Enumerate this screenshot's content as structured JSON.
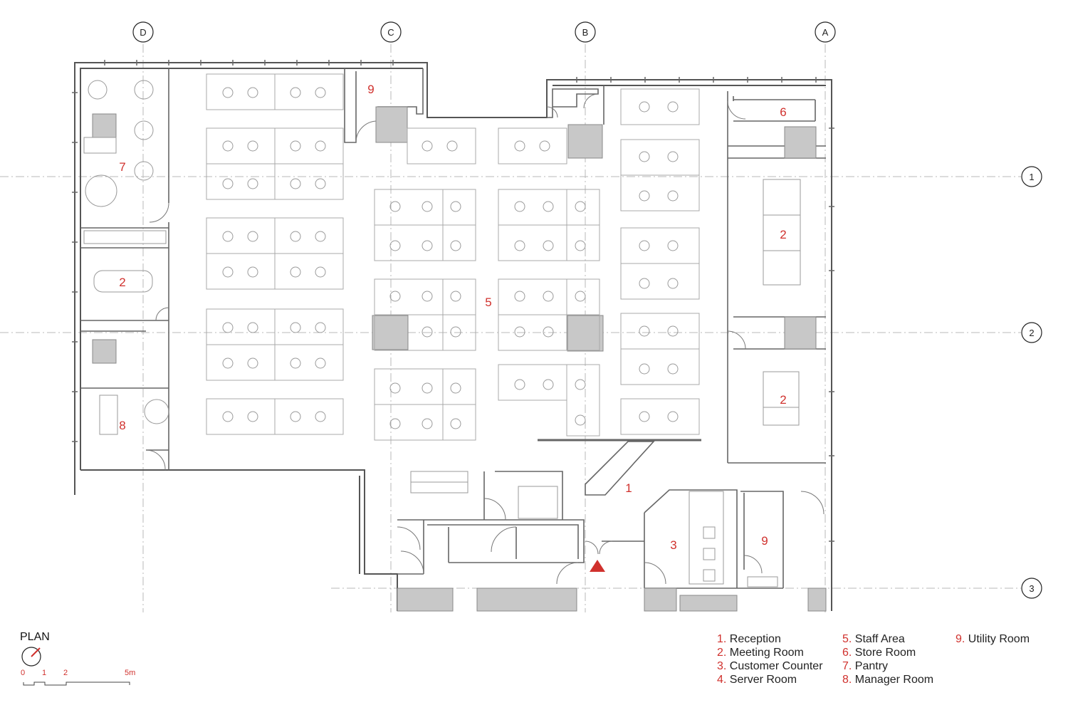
{
  "grid_lines": {
    "columns": [
      "D",
      "C",
      "B",
      "A"
    ],
    "rows": [
      "1",
      "2",
      "3"
    ]
  },
  "room_numbers": {
    "pantry": "7",
    "utility_top": "9",
    "store_room": "6",
    "meeting_left": "2",
    "meeting_right_top": "2",
    "meeting_right_bottom": "2",
    "staff_area": "5",
    "manager_room": "8",
    "reception": "1",
    "customer_counter": "3",
    "utility_bottom": "9"
  },
  "plan_label": "PLAN",
  "scale": {
    "ticks": [
      "0",
      "1",
      "2",
      "5m"
    ]
  },
  "legend": [
    {
      "num": "1.",
      "label": "Reception"
    },
    {
      "num": "2.",
      "label": "Meeting Room"
    },
    {
      "num": "3.",
      "label": "Customer Counter"
    },
    {
      "num": "4.",
      "label": "Server Room"
    },
    {
      "num": "5.",
      "label": "Staff Area"
    },
    {
      "num": "6.",
      "label": "Store Room"
    },
    {
      "num": "7.",
      "label": "Pantry"
    },
    {
      "num": "8.",
      "label": "Manager Room"
    },
    {
      "num": "9.",
      "label": "Utility Room"
    }
  ],
  "colors": {
    "label_red": "#d0312d",
    "wall": "#555555",
    "furniture": "#9a9a9a",
    "column_fill": "#c8c8c8",
    "grid_line": "#b5b5b5"
  }
}
